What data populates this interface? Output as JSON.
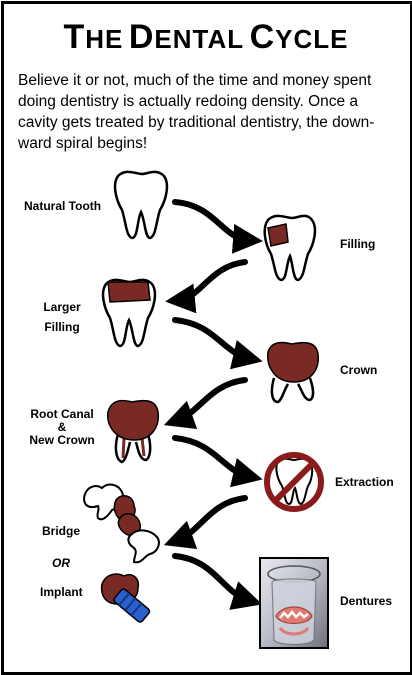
{
  "title": {
    "words": [
      {
        "initial": "T",
        "rest": "HE"
      },
      {
        "initial": "D",
        "rest": "ENTAL"
      },
      {
        "initial": "C",
        "rest": "YCLE"
      }
    ]
  },
  "intro": "Believe it or not, much of the time and money spent doing dentistry is actually redoing density.  Once a cavity gets treated by traditional dentistry, the down-ward spiral begins!",
  "stages": {
    "natural_tooth": "Natural Tooth",
    "filling": "Filling",
    "larger_filling_line1": "Larger",
    "larger_filling_line2": "Filling",
    "crown": "Crown",
    "root_canal_line1": "Root Canal",
    "root_canal_line2": "&",
    "root_canal_line3": "New Crown",
    "extraction": "Extraction",
    "bridge": "Bridge",
    "or": "OR",
    "implant": "Implant",
    "dentures": "Dentures"
  },
  "colors": {
    "restoration": "#7a2a24",
    "prohibit_ring": "#8b1a1a",
    "implant_screw": "#2a5fd0"
  }
}
